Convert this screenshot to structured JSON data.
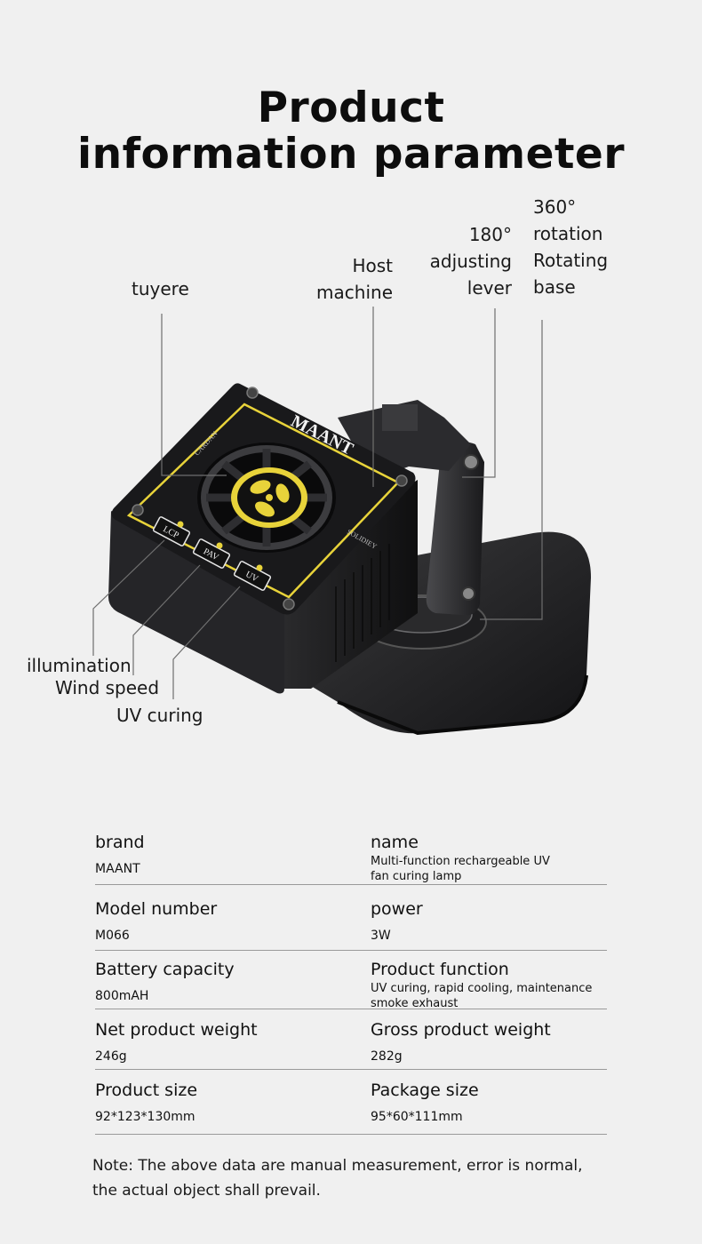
{
  "title": {
    "line1": "Product",
    "line2": "information parameter"
  },
  "callouts": {
    "tuyere": "tuyere",
    "host_1": "Host",
    "host_2": "machine",
    "lever_1": "180°",
    "lever_2": "adjusting",
    "lever_3": "lever",
    "base_1": "360°",
    "base_2": "rotation",
    "base_3": "Rotating",
    "base_4": "base",
    "illumination": "illumination",
    "wind_speed": "Wind speed",
    "uv_curing": "UV curing"
  },
  "device": {
    "brand_mark": "MAANT",
    "edge_text_left": "CARDAN",
    "edge_text_right": "SOLIDIEY",
    "buttons": [
      "LCP",
      "PAV",
      "UV"
    ]
  },
  "specs": [
    {
      "left_label": "brand",
      "left_value": "MAANT",
      "right_label": "name",
      "right_value": "Multi-function rechargeable UV fan curing lamp",
      "right_value_lines": [
        "Multi-function rechargeable UV",
        "fan curing lamp"
      ]
    },
    {
      "left_label": "Model number",
      "left_value": "M066",
      "right_label": "power",
      "right_value": "3W"
    },
    {
      "left_label": "Battery capacity",
      "left_value": "800mAH",
      "right_label": "Product function",
      "right_value_lines": [
        "UV curing, rapid cooling, maintenance",
        "smoke exhaust"
      ]
    },
    {
      "left_label": "Net product weight",
      "left_value": "246g",
      "right_label": "Gross product weight",
      "right_value": "282g"
    },
    {
      "left_label": "Product size",
      "left_value": "92*123*130mm",
      "right_label": "Package size",
      "right_value": "95*60*111mm"
    }
  ],
  "note": {
    "line1": "Note: The above data are manual measurement, error is normal,",
    "line2": "the actual object shall prevail."
  },
  "colors": {
    "background": "#f0f0f0",
    "device_body": "#1c1c1e",
    "accent_yellow": "#e8d33a"
  }
}
